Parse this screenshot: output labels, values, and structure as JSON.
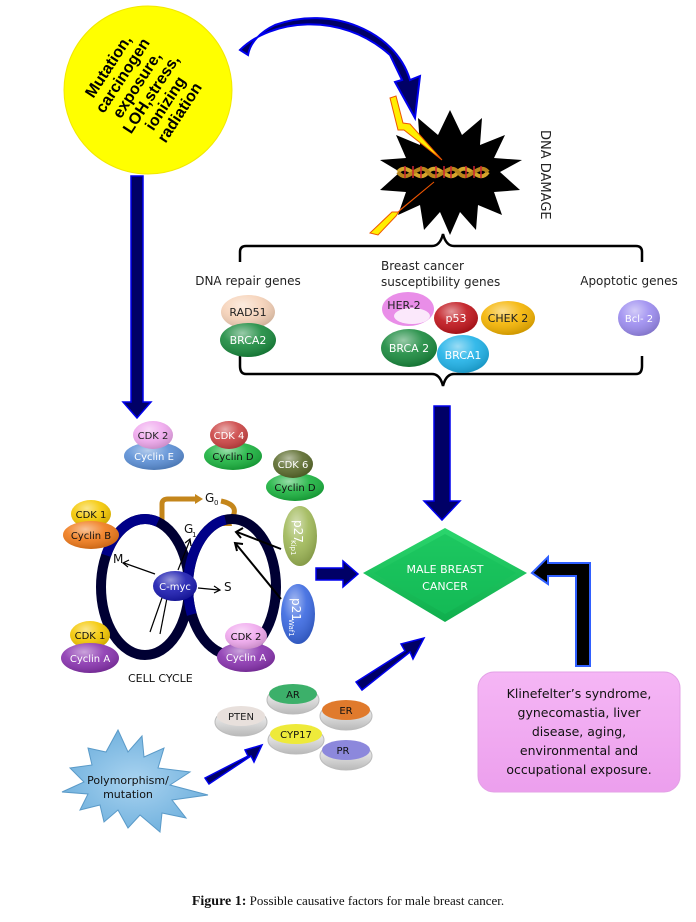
{
  "figure": {
    "caption_label": "Figure 1:",
    "caption_text": "Possible causative factors for male breast cancer."
  },
  "causes_circle": {
    "lines": [
      "Mutation,",
      "carcinogen",
      "exposure,",
      "LOH,stress,",
      "ionizing",
      "radiation"
    ],
    "color": "#ffff00"
  },
  "dna_damage": {
    "label": "DNA DAMAGE"
  },
  "gene_groups": {
    "dna_repair": {
      "title": "DNA repair genes",
      "genes": [
        {
          "name": "RAD51",
          "color": "#f6d2b8"
        },
        {
          "name": "BRCA2",
          "color": "#1a8a3e"
        }
      ]
    },
    "susceptibility": {
      "title_line1": "Breast cancer",
      "title_line2": "susceptibility genes",
      "genes": [
        {
          "name": "HER-2",
          "color": "#e98ee8"
        },
        {
          "name": "p53",
          "color": "#c0141b"
        },
        {
          "name": "CHEK 2",
          "color": "#f5b400"
        },
        {
          "name": "BRCA 2",
          "color": "#1a8a3e"
        },
        {
          "name": "BRCA1",
          "color": "#1fb2e8"
        }
      ]
    },
    "apoptotic": {
      "title": "Apoptotic genes",
      "genes": [
        {
          "name": "Bcl- 2",
          "color": "#9c8cf0"
        }
      ]
    }
  },
  "cell_cycle": {
    "label": "CELL CYCLE",
    "phases": {
      "g0": "G",
      "g0_sub": "0",
      "g1": "G",
      "g1_sub": "1",
      "m": "M",
      "s": "S"
    },
    "center": "C-myc",
    "complexes": [
      {
        "top": "CDK 2",
        "bottom": "Cyclin E"
      },
      {
        "top": "CDK 4",
        "bottom": "Cyclin D"
      },
      {
        "top": "CDK 6",
        "bottom": "Cyclin D"
      },
      {
        "top": "CDK 1",
        "bottom": "Cyclin B"
      },
      {
        "top": "CDK 1",
        "bottom": "Cyclin A"
      },
      {
        "top": "CDK 2",
        "bottom": "Cyclin A"
      }
    ],
    "inhibitors": [
      {
        "name": "p27",
        "sub": "Kip1"
      },
      {
        "name": "p21",
        "sub": "Waf1"
      }
    ]
  },
  "outcome": {
    "line1": "MALE BREAST",
    "line2": "CANCER",
    "color": "#17c25a"
  },
  "hormonal": {
    "genes": [
      "PTEN",
      "AR",
      "ER",
      "CYP17",
      "PR"
    ]
  },
  "polymorphism": {
    "line1": "Polymorphism/",
    "line2": "mutation"
  },
  "other_factors": {
    "lines": [
      "Klinefelter’s syndrome,",
      "gynecomastia, liver",
      "disease, aging,",
      "environmental and",
      "occupational exposure."
    ]
  }
}
